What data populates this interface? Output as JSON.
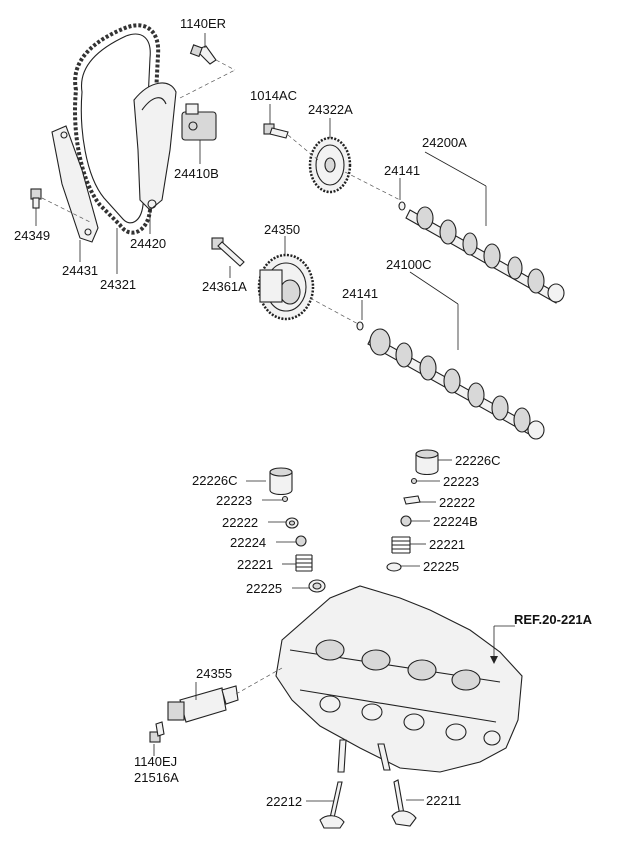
{
  "parts": {
    "p1140ER": "1140ER",
    "p1014AC": "1014AC",
    "p24322A": "24322A",
    "p24200A": "24200A",
    "p24141_top": "24141",
    "p24410B": "24410B",
    "p24349": "24349",
    "p24420": "24420",
    "p24431": "24431",
    "p24321": "24321",
    "p24350": "24350",
    "p24361A": "24361A",
    "p24100C": "24100C",
    "p24141_bottom": "24141",
    "p22226C_left": "22226C",
    "p22223_left": "22223",
    "p22222_left": "22222",
    "p22224": "22224",
    "p22221_left": "22221",
    "p22225_left": "22225",
    "p22226C_right": "22226C",
    "p22223_right": "22223",
    "p22222_right": "22222",
    "p22224B": "22224B",
    "p22221_right": "22221",
    "p22225_right": "22225",
    "p24355": "24355",
    "p1140EJ": "1140EJ",
    "p21516A": "21516A",
    "p22212": "22212",
    "p22211": "22211"
  },
  "reference": {
    "label": "REF.20-221A"
  }
}
